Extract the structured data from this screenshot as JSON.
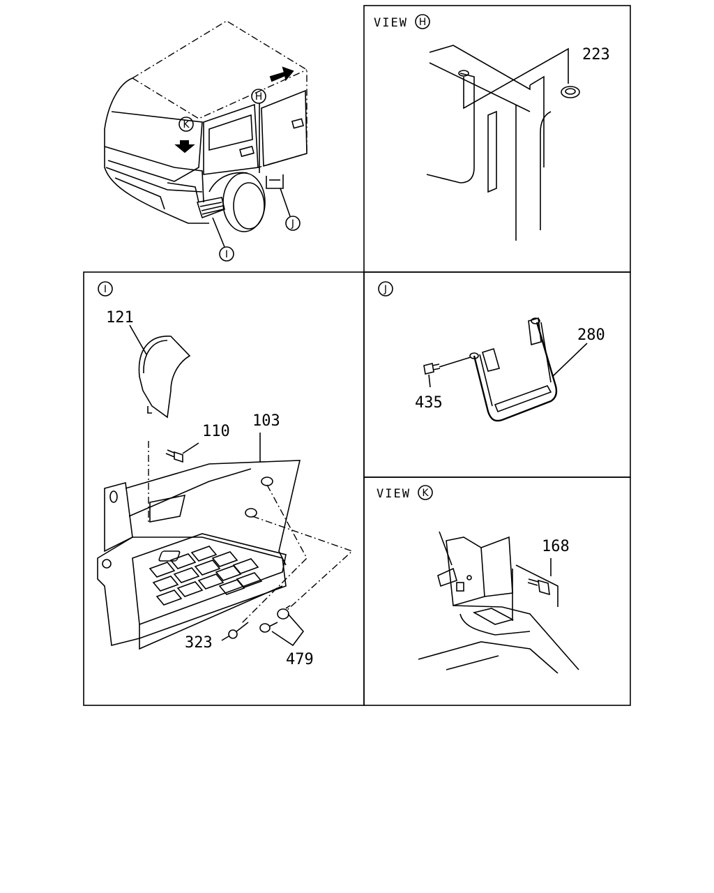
{
  "callouts": {
    "k": "K",
    "h": "H",
    "j": "J",
    "i": "I"
  },
  "views": {
    "h": {
      "prefix": "VIEW",
      "letter": "H"
    },
    "i": {
      "letter": "I"
    },
    "j": {
      "letter": "J"
    },
    "k": {
      "prefix": "VIEW",
      "letter": "K"
    }
  },
  "parts": {
    "p223": "223",
    "p121": "121",
    "p110": "110",
    "p103": "103",
    "p323": "323",
    "p479": "479",
    "p280": "280",
    "p435": "435",
    "p168": "168"
  }
}
